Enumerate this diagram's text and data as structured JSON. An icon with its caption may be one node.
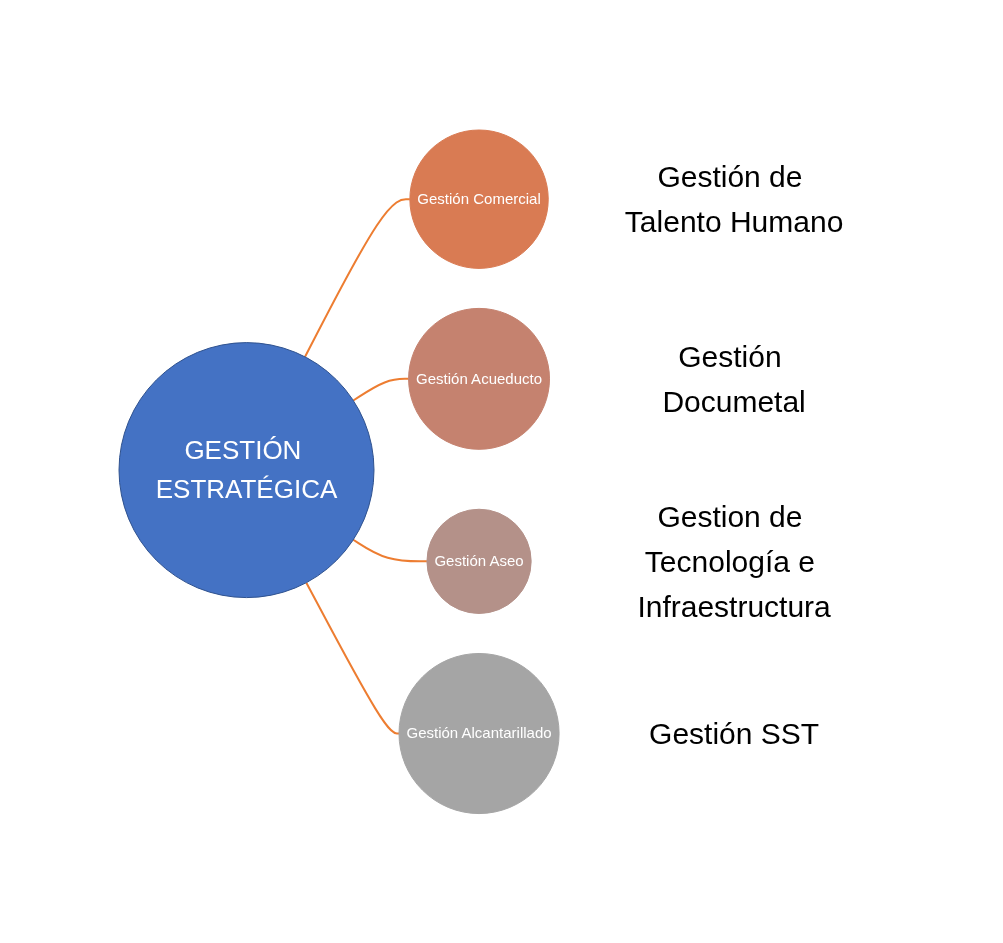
{
  "diagram": {
    "nodes": [
      {
        "text": [
          "GESTIÓN ESTRATÉGICA"
        ]
      },
      {
        "text": [
          "Gestión Comercial"
        ],
        "beside": [
          "Gestión de Talento Humano"
        ]
      },
      {
        "text": [
          "Gestión Acueducto"
        ],
        "beside": [
          "Gestión Documetal"
        ]
      },
      {
        "text": [
          "Gestión Aseo"
        ],
        "beside": [
          "Gestion de Tecnología e Infraestructura"
        ]
      },
      {
        "text": [
          "Gestión Alcantarillado"
        ],
        "beside": [
          "Gestión SST"
        ]
      }
    ],
    "edges": [
      {
        "from": 0,
        "to": 1,
        "arrow": "none"
      },
      {
        "from": 0,
        "to": 2,
        "arrow": "none"
      },
      {
        "from": 0,
        "to": 3,
        "arrow": "none"
      },
      {
        "from": 0,
        "to": 4,
        "arrow": "none"
      }
    ]
  }
}
